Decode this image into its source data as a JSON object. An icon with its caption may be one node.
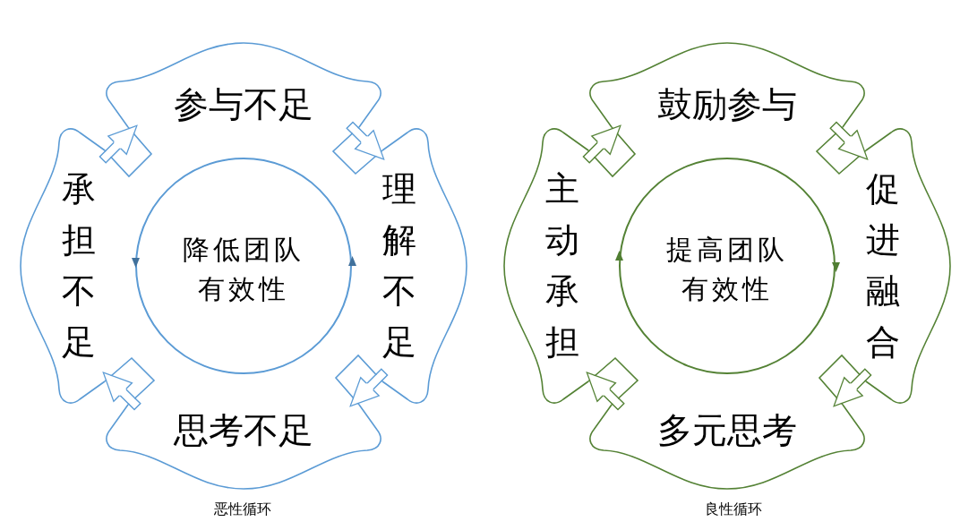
{
  "diagram": {
    "nodes": [
      {
        "text": [
          "参与不足"
        ]
      },
      {
        "text": [
          "承担不足"
        ]
      },
      {
        "text": [
          "降低团队有效性"
        ]
      },
      {
        "text": [
          "理解不足"
        ]
      },
      {
        "text": [
          "思考不足"
        ]
      },
      {
        "text": [
          "鼓励参与"
        ]
      },
      {
        "text": [
          "主动承担"
        ]
      },
      {
        "text": [
          "提高团队有效性"
        ]
      },
      {
        "text": [
          "促进融合"
        ]
      },
      {
        "text": [
          "多元思考"
        ]
      }
    ],
    "edges": [
      {
        "from": 1,
        "to": 0,
        "arrow": "to",
        "color": "#5b9bd5"
      },
      {
        "from": 0,
        "to": 3,
        "arrow": "to",
        "color": "#5b9bd5"
      },
      {
        "from": 3,
        "to": 4,
        "arrow": "to",
        "color": "#5b9bd5"
      },
      {
        "from": 4,
        "to": 1,
        "arrow": "to",
        "color": "#5b9bd5"
      },
      {
        "from": 6,
        "to": 5,
        "arrow": "to",
        "color": "#548235"
      },
      {
        "from": 5,
        "to": 8,
        "arrow": "to",
        "color": "#548235"
      },
      {
        "from": 8,
        "to": 9,
        "arrow": "to",
        "color": "#548235"
      },
      {
        "from": 9,
        "to": 6,
        "arrow": "to",
        "color": "#548235"
      }
    ],
    "labels": [
      "恶性循环",
      "良性循环"
    ]
  }
}
